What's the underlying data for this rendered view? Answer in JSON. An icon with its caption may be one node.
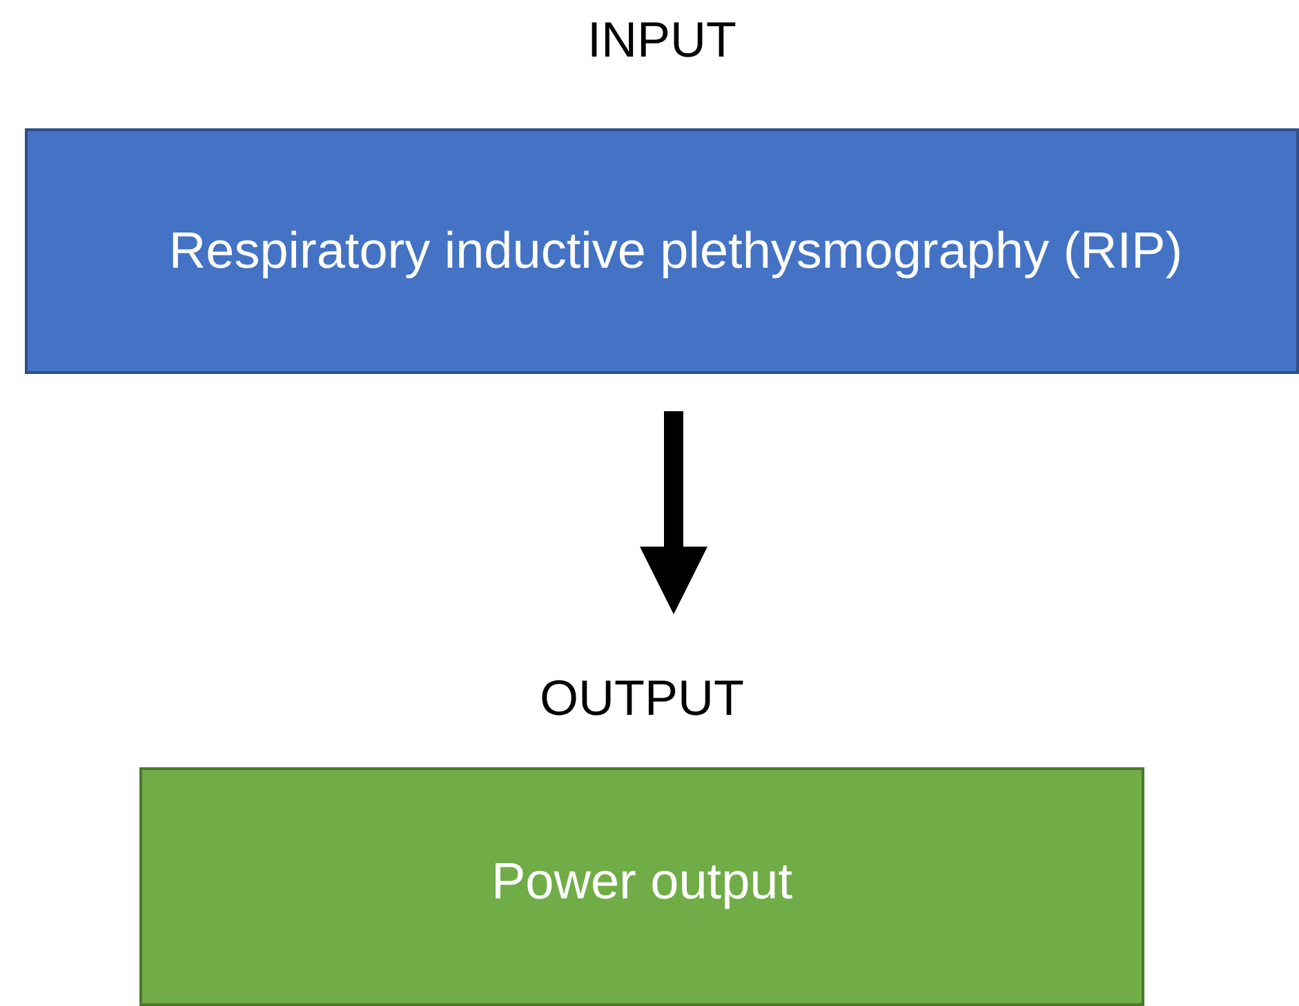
{
  "diagram": {
    "nodes": [
      {
        "text": [
          "INPUT",
          "Respiratory inductive plethysmography (RIP)"
        ]
      },
      {
        "text": [
          "OUTPUT",
          "Power output"
        ]
      }
    ],
    "edges": [
      {
        "from": 0,
        "to": 1,
        "arrow": "to"
      }
    ]
  }
}
